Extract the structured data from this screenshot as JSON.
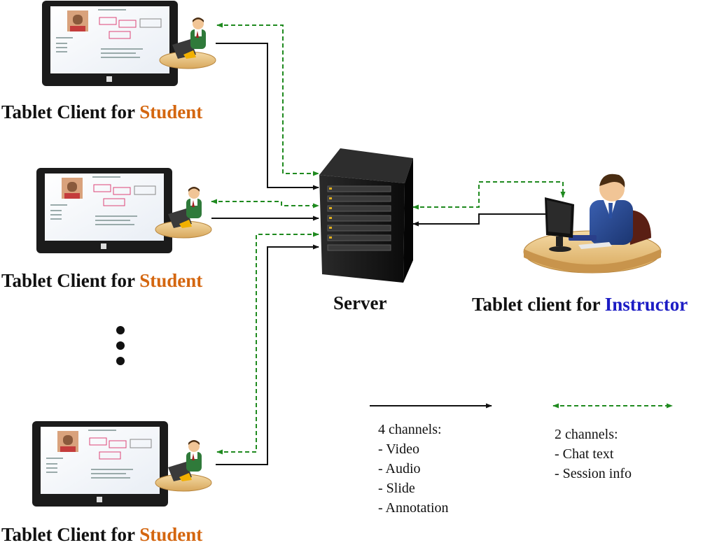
{
  "captions": {
    "student_1": {
      "prefix": "Tablet Client for ",
      "role": "Student"
    },
    "student_2": {
      "prefix": "Tablet Client for ",
      "role": "Student"
    },
    "student_3": {
      "prefix": "Tablet Client for ",
      "role": "Student"
    },
    "server": "Server",
    "instructor": {
      "prefix": "Tablet client for ",
      "role": "Instructor"
    }
  },
  "legend": {
    "solid": {
      "title": "4 channels:",
      "items": [
        "- Video",
        "- Audio",
        "- Slide",
        "- Annotation"
      ]
    },
    "dashed": {
      "title": "2 channels:",
      "items": [
        "- Chat text",
        "- Session info"
      ]
    }
  },
  "colors": {
    "student_role": "#d4660f",
    "instructor_role": "#1c1cc4",
    "solid_arrow": "#111111",
    "dashed_arrow": "#1f8a1f"
  }
}
